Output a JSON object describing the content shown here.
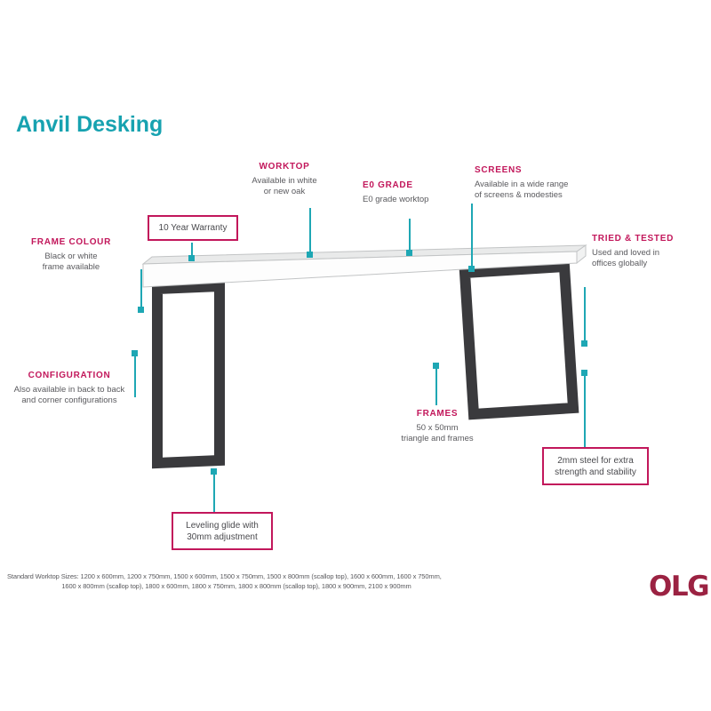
{
  "page": {
    "title": "Anvil Desking"
  },
  "theme": {
    "teal": "#1EA7B4",
    "crimson": "#C2175B",
    "leg_color": "#3A3A3D",
    "worktop_fill": "#FDFDFD",
    "logo_color": "#9B2242"
  },
  "callouts": {
    "worktop": {
      "heading": "WORKTOP",
      "line1": "Available in white",
      "line2": "or new oak"
    },
    "e0_grade": {
      "heading": "E0 GRADE",
      "line1": "E0 grade worktop"
    },
    "screens": {
      "heading": "SCREENS",
      "line1": "Available in a wide range",
      "line2": "of screens & modesties"
    },
    "frame_colour": {
      "heading": "FRAME COLOUR",
      "line1": "Black or white",
      "line2": "frame available"
    },
    "tried_tested": {
      "heading": "TRIED & TESTED",
      "line1": "Used and loved in",
      "line2": "offices  globally"
    },
    "configuration": {
      "heading": "CONFIGURATION",
      "line1": "Also available in back to back",
      "line2": "and corner configurations"
    },
    "frames": {
      "heading": "FRAMES",
      "line1": "50 x 50mm",
      "line2": "triangle and frames"
    }
  },
  "boxes": {
    "warranty": {
      "line1": "10 Year Warranty"
    },
    "steel": {
      "line1": "2mm steel for extra",
      "line2": "strength and stability"
    },
    "leveling": {
      "line1": "Leveling glide with",
      "line2": "30mm adjustment"
    }
  },
  "footer": {
    "sizes_label": "Standard Worktop Sizes:",
    "sizes_line1": "1200 x 600mm, 1200 x 750mm, 1500 x 600mm, 1500 x 750mm, 1500 x 800mm (scallop top), 1600 x 600mm, 1600 x 750mm,",
    "sizes_line2": "1600 x 800mm (scallop top), 1800 x 600mm, 1800 x 750mm, 1800 x 800mm (scallop top), 1800 x 900mm, 2100 x 900mm",
    "logo": "OLG"
  }
}
